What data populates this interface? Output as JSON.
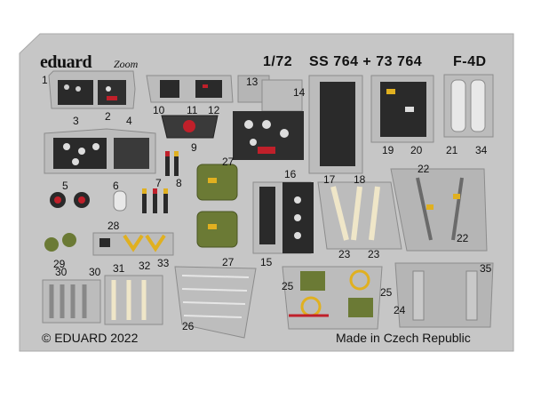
{
  "brand": {
    "name": "eduard",
    "line": "Zoom"
  },
  "header": {
    "scale": "1/72",
    "codes": "SS 764 + 73 764",
    "aircraft": "F-4D"
  },
  "footer": {
    "copyright": "© EDUARD 2022",
    "origin": "Made in Czech Republic"
  },
  "part_numbers": [
    "1",
    "2",
    "3",
    "4",
    "10",
    "11",
    "12",
    "9",
    "13",
    "14",
    "5",
    "6",
    "7",
    "8",
    "29",
    "28",
    "27",
    "15",
    "16",
    "17",
    "18",
    "19",
    "20",
    "21",
    "34",
    "22",
    "23",
    "30",
    "31",
    "32",
    "33",
    "26",
    "25",
    "24",
    "35"
  ],
  "colors": {
    "fret": "#c6c6c6",
    "part": "#b9b9b9",
    "panel": "#2a2a2a",
    "olive": "#6b7a35",
    "red": "#c0202a",
    "cream": "#efe6c8",
    "yellow": "#e0b020"
  }
}
